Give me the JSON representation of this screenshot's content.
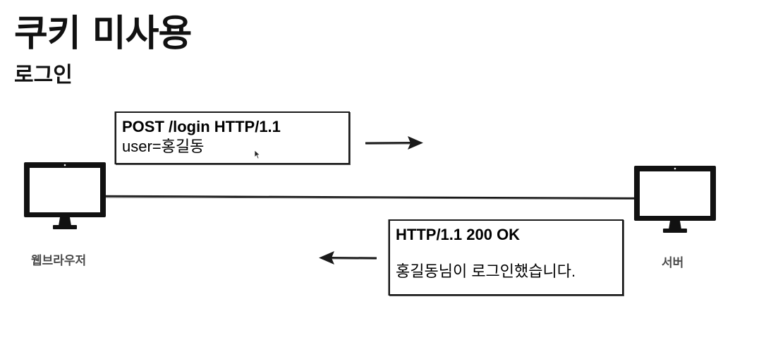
{
  "slide": {
    "title": "쿠키 미사용",
    "subtitle": "로그인"
  },
  "nodes": {
    "client": {
      "label": "웹브라우저",
      "icon": "monitor-icon"
    },
    "server": {
      "label": "서버",
      "icon": "monitor-icon"
    }
  },
  "request": {
    "line1": "POST /login HTTP/1.1",
    "line2": "user=홍길동"
  },
  "response": {
    "line1": "HTTP/1.1 200 OK",
    "line2": "홍길동님이 로그인했습니다."
  },
  "colors": {
    "ink": "#111111",
    "label": "#4a4a4a",
    "background": "#ffffff"
  }
}
